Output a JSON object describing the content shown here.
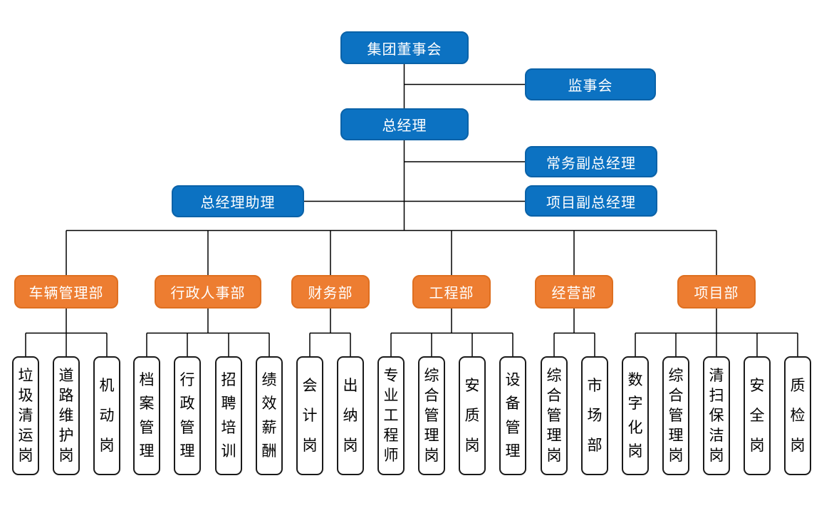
{
  "nodes": {
    "board": {
      "label": "集团董事会"
    },
    "supervisory": {
      "label": "监事会"
    },
    "general_manager": {
      "label": "总经理"
    },
    "executive_deputy_gm": {
      "label": "常务副总经理"
    },
    "gm_assistant": {
      "label": "总经理助理"
    },
    "project_deputy_gm": {
      "label": "项目副总经理"
    }
  },
  "departments": [
    {
      "label": "车辆管理部",
      "positions": [
        "垃圾清运岗",
        "道路维护岗",
        "机动岗"
      ]
    },
    {
      "label": "行政人事部",
      "positions": [
        "档案管理",
        "行政管理",
        "招聘培训",
        "绩效薪酬"
      ]
    },
    {
      "label": "财务部",
      "positions": [
        "会计岗",
        "出纳岗"
      ]
    },
    {
      "label": "工程部",
      "positions": [
        "专业工程师",
        "综合管理岗",
        "安质岗",
        "设备管理"
      ]
    },
    {
      "label": "经营部",
      "positions": [
        "综合管理岗",
        "市场部"
      ]
    },
    {
      "label": "项目部",
      "positions": [
        "数字化岗",
        "综合管理岗",
        "清扫保洁岗",
        "安全岗",
        "质检岗"
      ]
    }
  ],
  "colors": {
    "executive_blue": "#0c72c2",
    "department_orange": "#ed7d31",
    "position_fill": "#ffffff",
    "position_border": "#1a1a1a",
    "connector": "#000000",
    "background": "#ffffff"
  }
}
